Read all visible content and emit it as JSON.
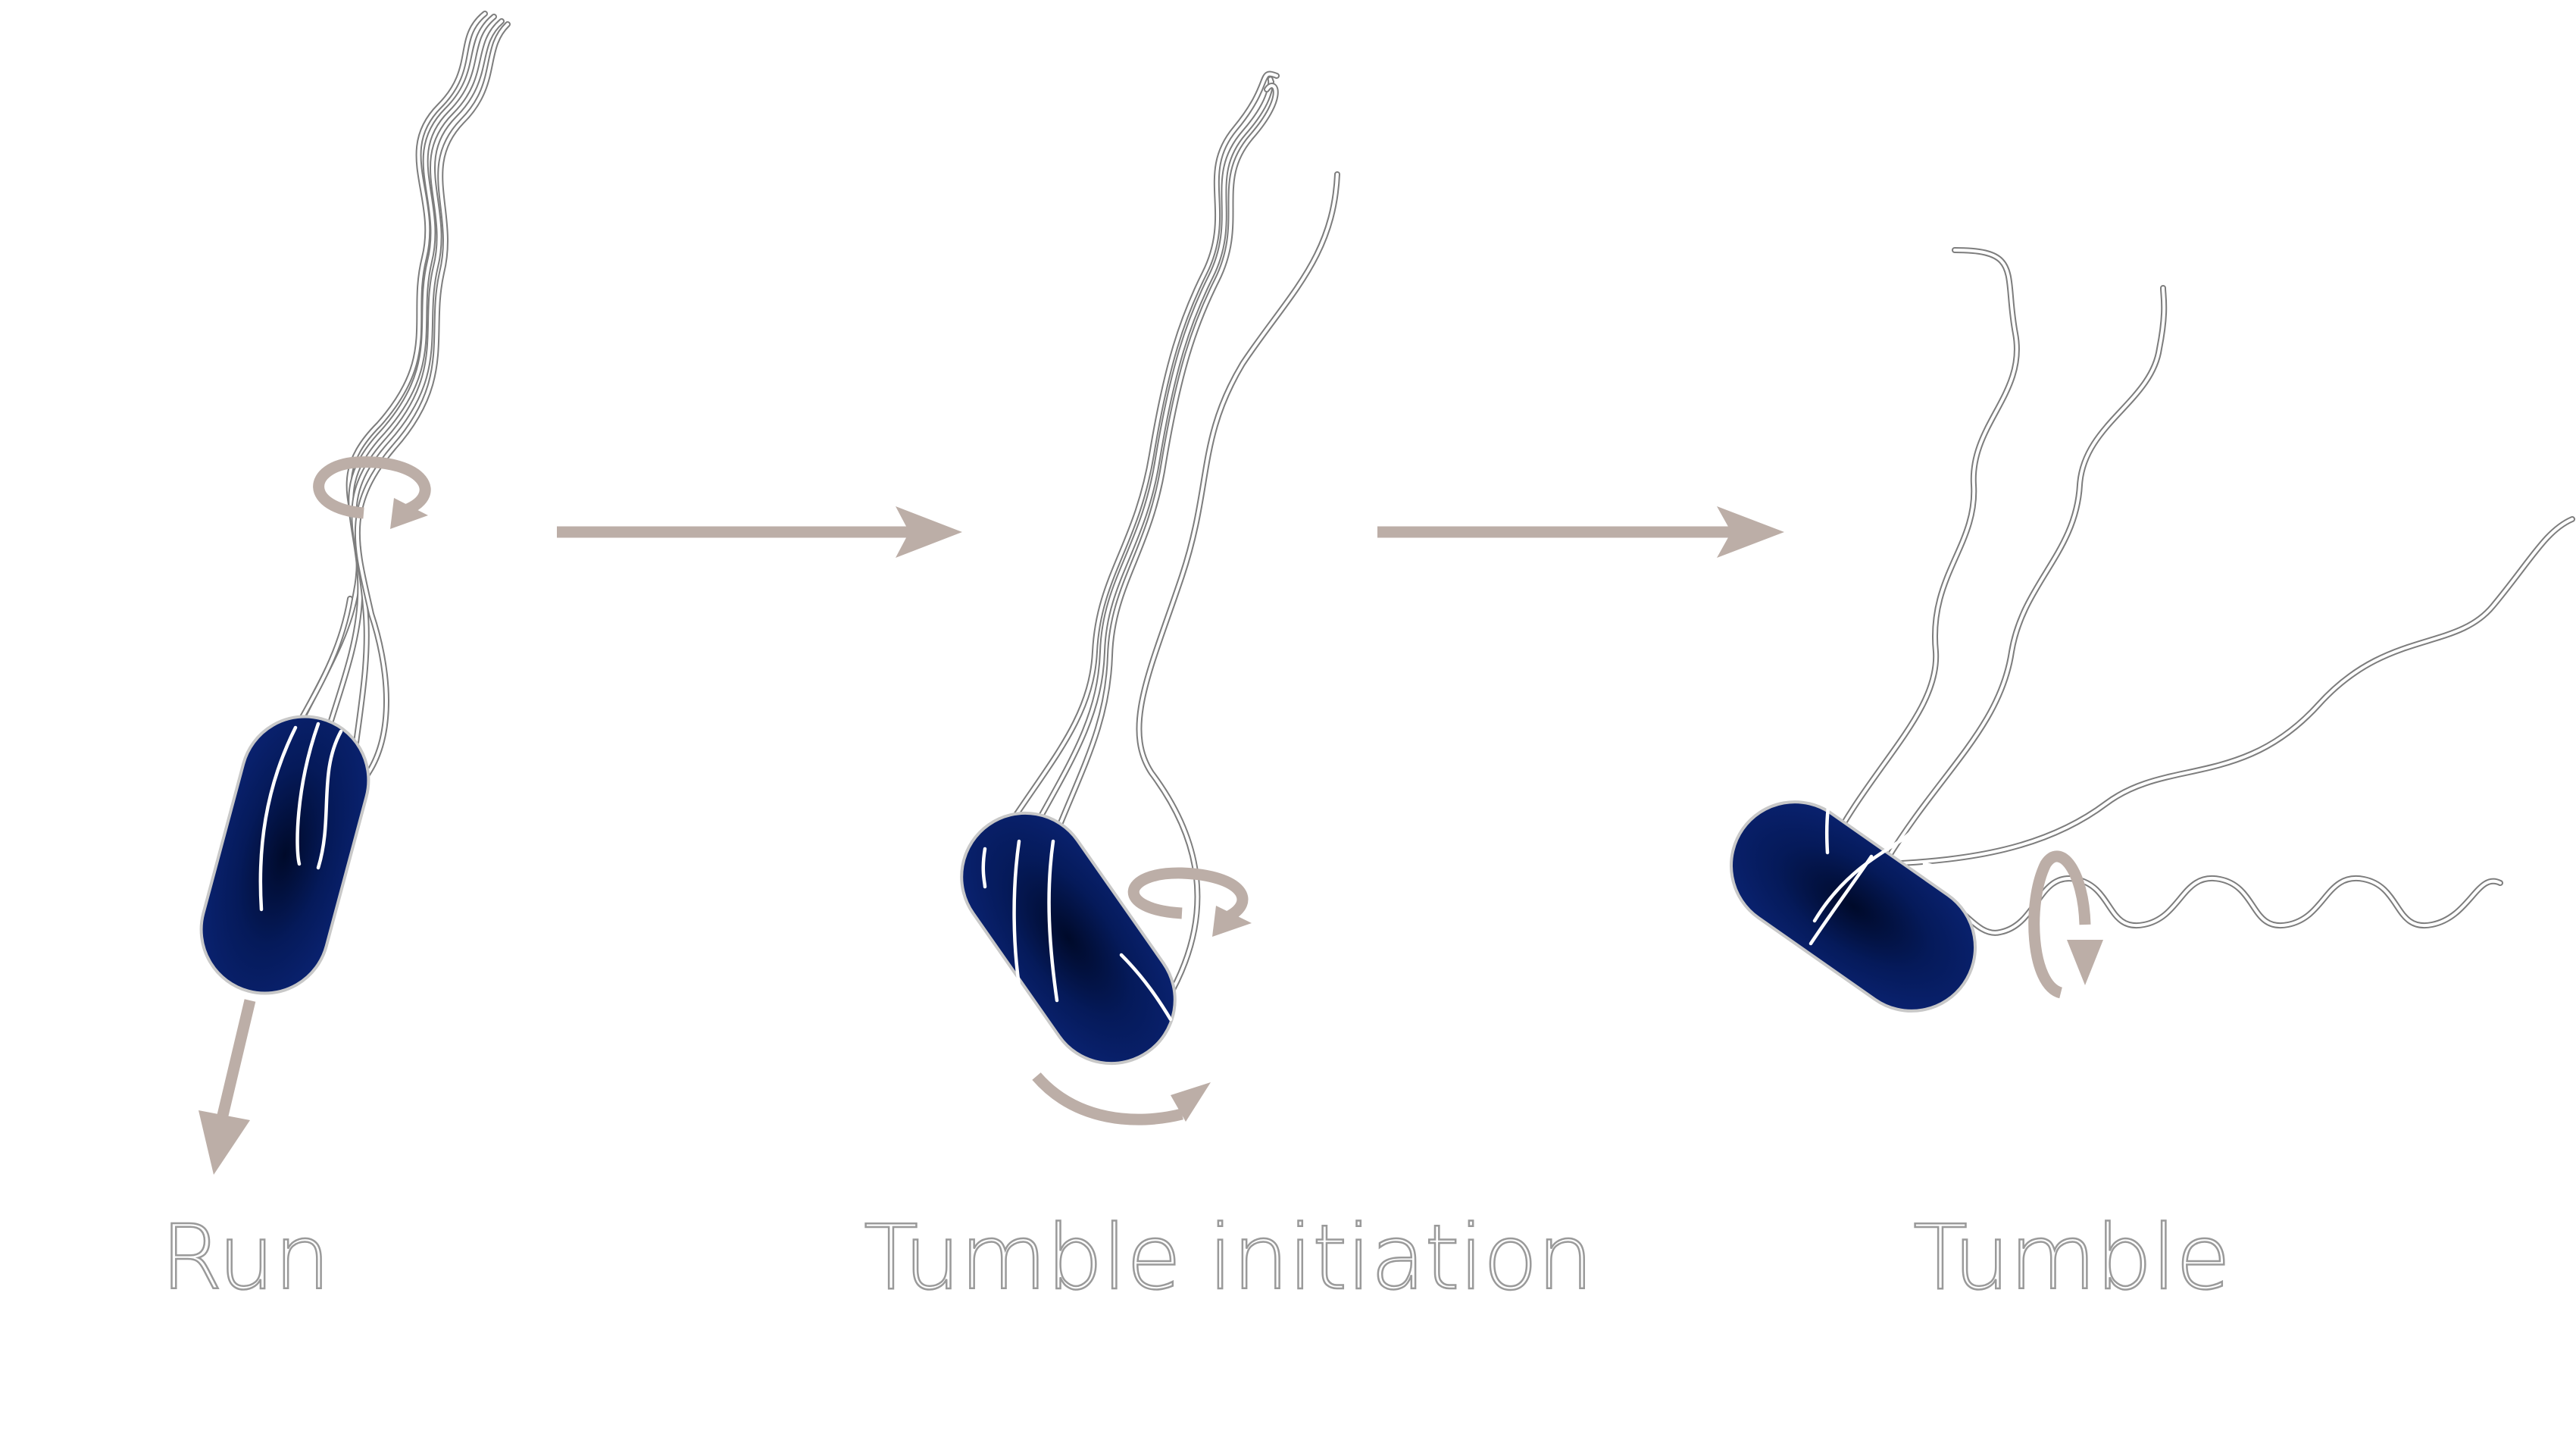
{
  "labels": {
    "run": "Run",
    "tumble_initiation": "Tumble initiation",
    "tumble": "Tumble"
  },
  "colors": {
    "cell_fill_outer": "#0a2270",
    "cell_fill_inner": "#000a2a",
    "flagellum": "#7d7d7d",
    "arrow": "#bcaea7",
    "label_outline": "#9a9a9a",
    "background": "#ffffff"
  }
}
